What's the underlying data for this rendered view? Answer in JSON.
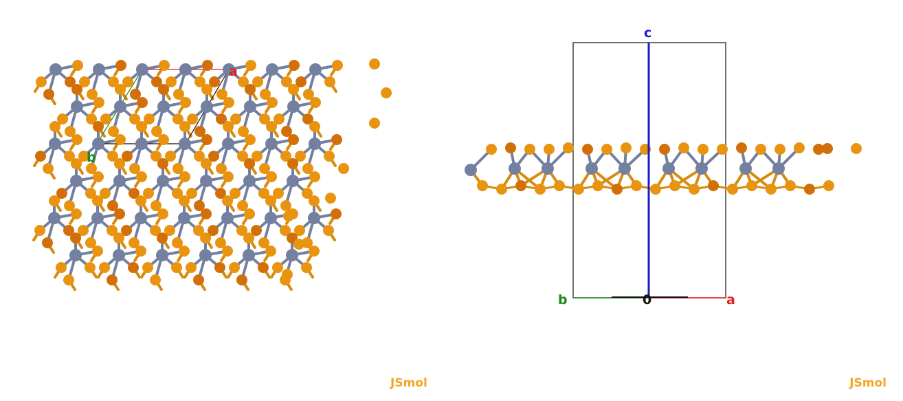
{
  "app": {
    "watermark": "JSmol"
  },
  "colors": {
    "metal_atom": "#7480a0",
    "chalcogen_atom": "#e89410",
    "chalcogen_dark": "#d26f08",
    "bond_metal": "#7480a0",
    "bond_chalcogen": "#d88b10",
    "axis_a": "#e02020",
    "axis_b": "#1a8a1a",
    "axis_c": "#1a1ac8",
    "cell": "#111111"
  },
  "views": [
    {
      "id": "top-view",
      "axis_labels": {
        "a": "a",
        "b": "b"
      }
    },
    {
      "id": "side-view",
      "axis_labels": {
        "a": "a",
        "b": "b",
        "c": "c",
        "origin": "0"
      }
    }
  ]
}
